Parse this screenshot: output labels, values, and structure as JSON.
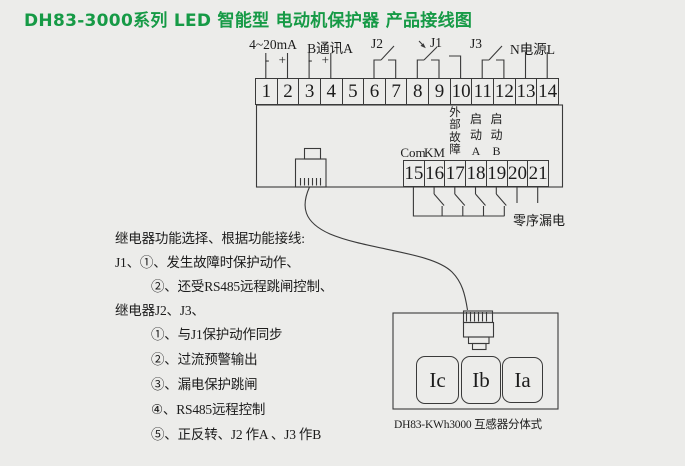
{
  "title": "DH83-3000系列 LED 智能型 电动机保护器 产品接线图",
  "colors": {
    "title_green": "#169A46",
    "line": "#3a3a3a",
    "background": "#ECECEA"
  },
  "top_terminals": {
    "numbers": [
      "1",
      "2",
      "3",
      "4",
      "5",
      "6",
      "7",
      "8",
      "9",
      "10",
      "11",
      "12",
      "13",
      "14"
    ],
    "labels": {
      "analog": "4~20mA",
      "analog_polarity": "- +",
      "comm": "B通讯A",
      "comm_polarity": "- +",
      "relay_j2": "J2",
      "relay_j1": "J1",
      "relay_j3": "J3",
      "power": "N电源L"
    }
  },
  "bottom_terminals": {
    "numbers": [
      "15",
      "16",
      "17",
      "18",
      "19",
      "20",
      "21"
    ],
    "labels": {
      "com": "Com",
      "km": "KM",
      "external_fault": "外部故障",
      "start_a": "启动A",
      "start_b": "启动B",
      "leakage": "零序漏电"
    }
  },
  "notes": {
    "lines": [
      {
        "text": "继电器功能选择、根据功能接线:",
        "indent": 0
      },
      {
        "text": "J1、①、发生故障时保护动作、",
        "indent": 0
      },
      {
        "text": "②、还受RS485远程跳闸控制、",
        "indent": 1
      },
      {
        "text": "继电器J2、J3、",
        "indent": 0
      },
      {
        "text": "①、与J1保护动作同步",
        "indent": 1
      },
      {
        "text": "②、过流预警输出",
        "indent": 1
      },
      {
        "text": "③、漏电保护跳闸",
        "indent": 1
      },
      {
        "text": "④、RS485远程控制",
        "indent": 1
      },
      {
        "text": "⑤、正反转、J2 作A 、J3 作B",
        "indent": 1
      }
    ]
  },
  "transformer": {
    "ct_labels": [
      "Ic",
      "Ib",
      "Ia"
    ],
    "caption": "DH83-KWh3000  互感器分体式"
  }
}
